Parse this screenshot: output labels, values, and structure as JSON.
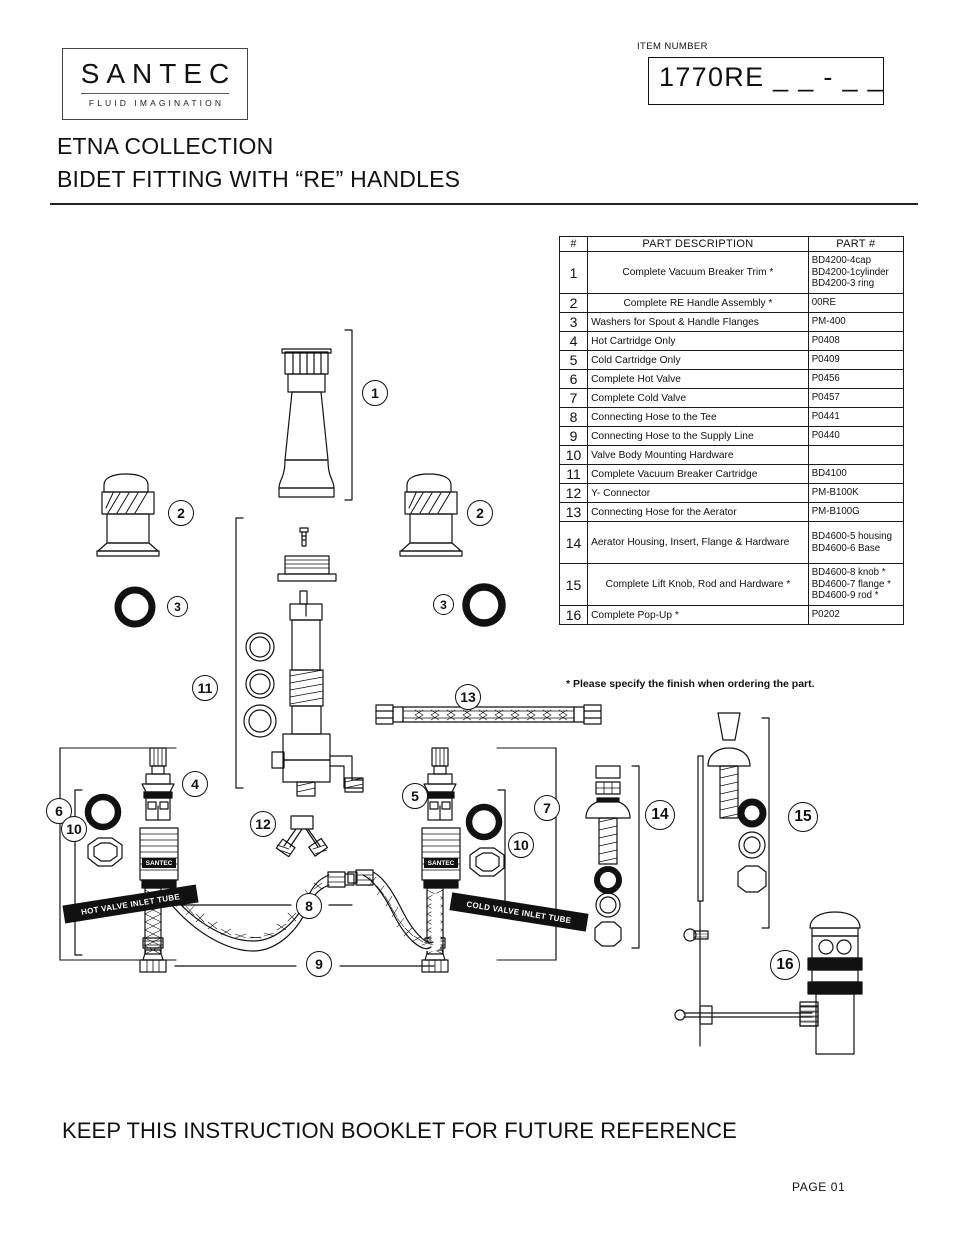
{
  "brand": {
    "name": "SANTEC",
    "tagline": "FLUID IMAGINATION"
  },
  "header": {
    "item_number_label": "ITEM NUMBER",
    "item_number_value": "1770RE _ _ - _ _",
    "title_line1": "ETNA COLLECTION",
    "title_line2": "BIDET FITTING WITH “RE” HANDLES"
  },
  "parts_table": {
    "columns": [
      "#",
      "PART  DESCRIPTION",
      "PART #"
    ],
    "rows": [
      {
        "num": "1",
        "description": "Complete Vacuum Breaker Trim  *",
        "part": "BD4200-4cap\nBD4200-1cylinder\nBD4200-3 ring"
      },
      {
        "num": "2",
        "description": "Complete RE Handle  Assembly *",
        "part": "00RE"
      },
      {
        "num": "3",
        "description": "Washers for Spout & Handle Flanges",
        "part": "PM-400"
      },
      {
        "num": "4",
        "description": "Hot Cartridge Only",
        "part": "P0408"
      },
      {
        "num": "5",
        "description": "Cold Cartridge Only",
        "part": "P0409"
      },
      {
        "num": "6",
        "description": "Complete Hot Valve",
        "part": "P0456"
      },
      {
        "num": "7",
        "description": "Complete Cold Valve",
        "part": "P0457"
      },
      {
        "num": "8",
        "description": "Connecting Hose to the Tee",
        "part": "P0441"
      },
      {
        "num": "9",
        "description": "Connecting Hose to the Supply Line",
        "part": "P0440"
      },
      {
        "num": "10",
        "description": "Valve Body Mounting Hardware",
        "part": ""
      },
      {
        "num": "11",
        "description": "Complete Vacuum Breaker Cartridge",
        "part": "BD4100"
      },
      {
        "num": "12",
        "description": "Y- Connector",
        "part": "PM-B100K"
      },
      {
        "num": "13",
        "description": "Connecting Hose for the Aerator",
        "part": "PM-B100G"
      },
      {
        "num": "14",
        "description": "Aerator Housing, Insert, Flange & Hardware",
        "part": "BD4600-5 housing\nBD4600-6 Base"
      },
      {
        "num": "15",
        "description": "Complete Lift Knob, Rod and Hardware *",
        "part": "BD4600-8 knob *\nBD4600-7 flange *\nBD4600-9 rod *"
      },
      {
        "num": "16",
        "description": "Complete Pop-Up *",
        "part": "P0202"
      }
    ],
    "footnote": "* Please specify the finish when ordering the part."
  },
  "diagram": {
    "callouts": [
      {
        "id": "1",
        "label": "1"
      },
      {
        "id": "2a",
        "label": "2"
      },
      {
        "id": "2b",
        "label": "2"
      },
      {
        "id": "3a",
        "label": "3"
      },
      {
        "id": "3b",
        "label": "3"
      },
      {
        "id": "4",
        "label": "4"
      },
      {
        "id": "5",
        "label": "5"
      },
      {
        "id": "6",
        "label": "6"
      },
      {
        "id": "7",
        "label": "7"
      },
      {
        "id": "8",
        "label": "8"
      },
      {
        "id": "9",
        "label": "9"
      },
      {
        "id": "10a",
        "label": "10"
      },
      {
        "id": "10b",
        "label": "10"
      },
      {
        "id": "11",
        "label": "11"
      },
      {
        "id": "12",
        "label": "12"
      },
      {
        "id": "13",
        "label": "13"
      },
      {
        "id": "14",
        "label": "14"
      },
      {
        "id": "15",
        "label": "15"
      },
      {
        "id": "16",
        "label": "16"
      }
    ],
    "tube_labels": {
      "hot": "HOT VALVE INLET TUBE",
      "cold": "COLD VALVE INLET TUBE"
    },
    "body_marks": {
      "hot_valve_brand": "SANTEC",
      "cold_valve_brand": "SANTEC"
    }
  },
  "footer": {
    "note": "KEEP THIS INSTRUCTION BOOKLET FOR FUTURE REFERENCE",
    "page": "PAGE  01"
  }
}
